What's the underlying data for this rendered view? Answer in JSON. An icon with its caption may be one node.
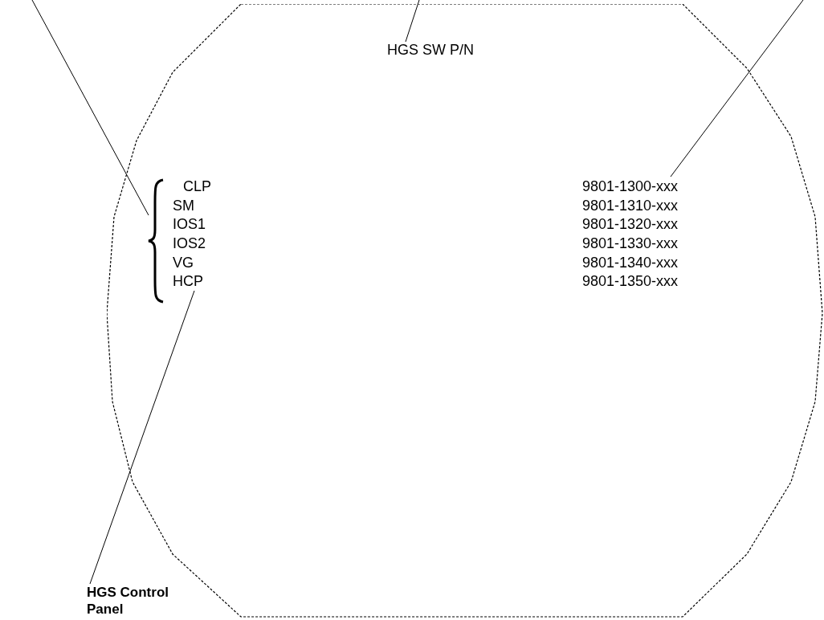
{
  "diagram": {
    "nodes": [
      {
        "text": [],
        "shape": "polygon"
      },
      {
        "text": [
          "HGS SW P/N"
        ],
        "in": 0
      },
      {
        "text": [],
        "shape": "bracket",
        "in": 0
      },
      {
        "text": [
          "9801-1300-xxx"
        ],
        "in": 0
      },
      {
        "text": [
          "HCP"
        ],
        "in": 0
      },
      {
        "text": [
          "HGS Control Panel"
        ]
      }
    ],
    "edges": [
      {
        "from": null,
        "to": 2,
        "arrow": "none"
      },
      {
        "from": null,
        "to": 1,
        "arrow": "none"
      },
      {
        "from": null,
        "to": 3,
        "arrow": "none"
      },
      {
        "from": 5,
        "to": 4,
        "arrow": "none"
      }
    ],
    "labels": [
      "CLP",
      "SM",
      "9801-1310-xxx",
      "IOS1",
      "9801-1320-xxx",
      "IOS2",
      "9801-1330-xxx",
      "VG",
      "9801-1340-xxx",
      "9801-1350-xxx"
    ]
  }
}
